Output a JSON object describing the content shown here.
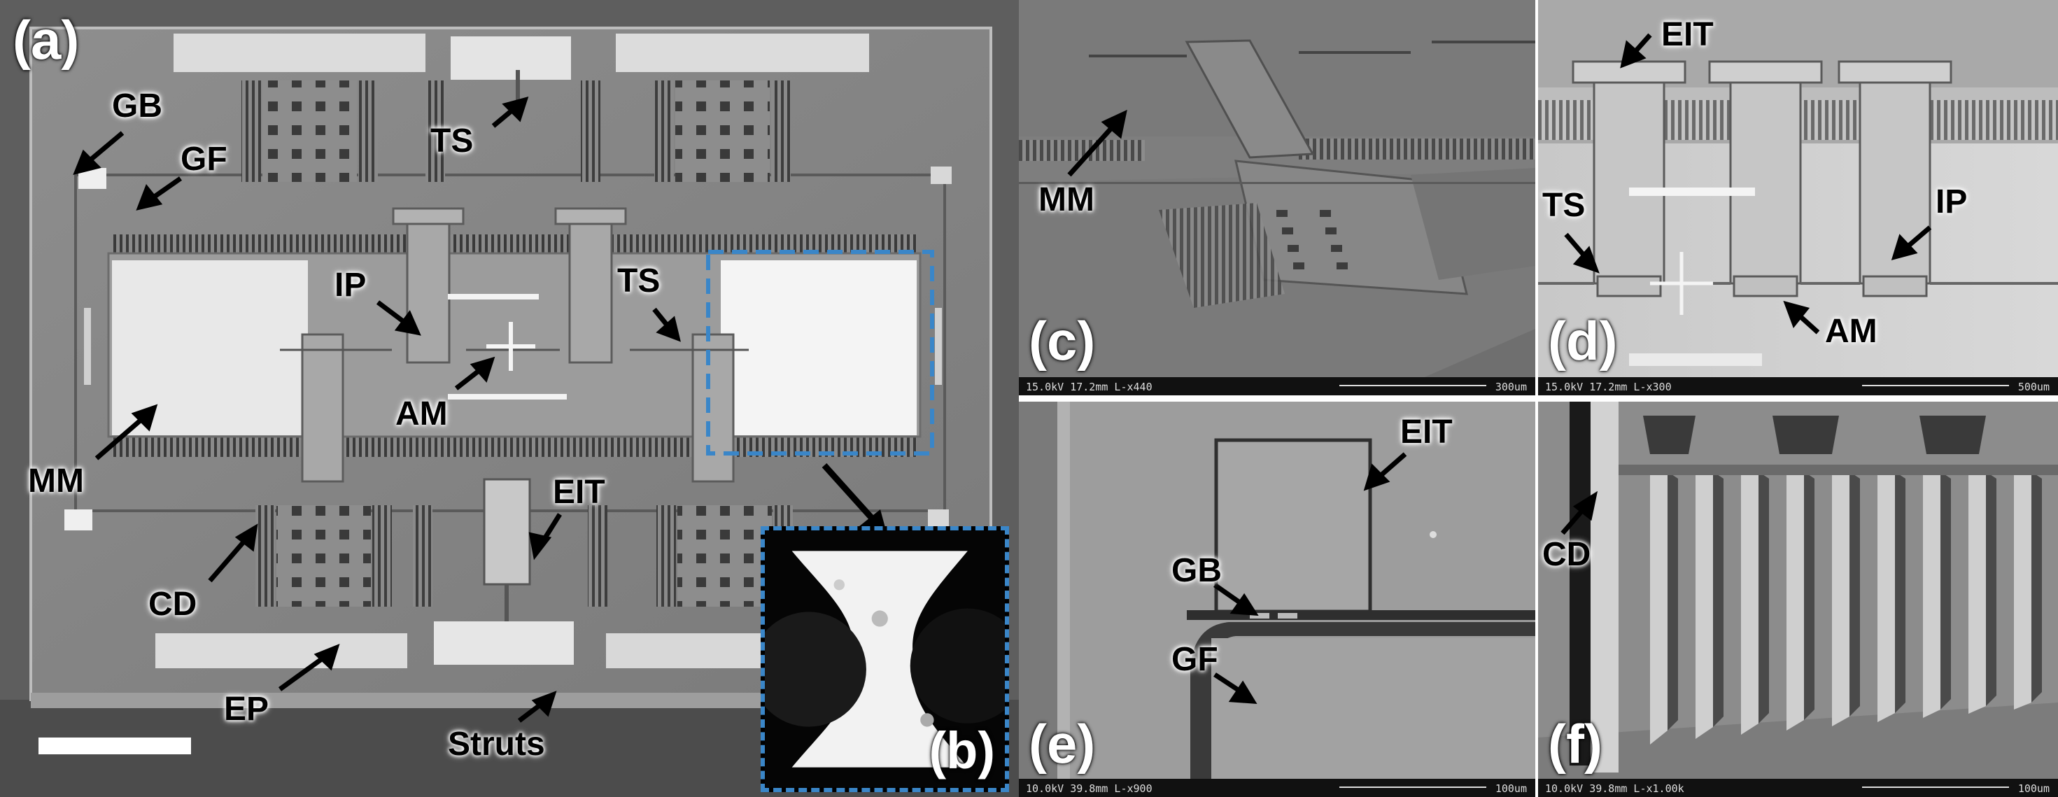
{
  "panels": {
    "a": {
      "label": "(a)",
      "annotations": {
        "gb": "GB",
        "gf": "GF",
        "ts_top": "TS",
        "ip": "IP",
        "ts_mid": "TS",
        "am": "AM",
        "mm": "MM",
        "eit": "EIT",
        "cd": "CD",
        "ep": "EP",
        "struts": "Struts"
      }
    },
    "b": {
      "label": "(b)"
    },
    "c": {
      "label": "(c)",
      "annotations": {
        "mm": "MM"
      },
      "info_left": "15.0kV 17.2mm L-x440",
      "info_right": "300um"
    },
    "d": {
      "label": "(d)",
      "annotations": {
        "eit": "EIT",
        "ts": "TS",
        "ip": "IP",
        "am": "AM"
      },
      "info_left": "15.0kV 17.2mm L-x300",
      "info_right": "500um"
    },
    "e": {
      "label": "(e)",
      "annotations": {
        "eit": "EIT",
        "gb": "GB",
        "gf": "GF"
      },
      "info_left": "10.0kV 39.8mm L-x900",
      "info_right": "100um"
    },
    "f": {
      "label": "(f)",
      "annotations": {
        "cd": "CD"
      },
      "info_left": "10.0kV 39.8mm L-x1.00k",
      "info_right": "100um"
    }
  },
  "colors": {
    "inset_border": "#3a86c8",
    "arrow": "#000000",
    "label_halo": "#ffffff"
  }
}
